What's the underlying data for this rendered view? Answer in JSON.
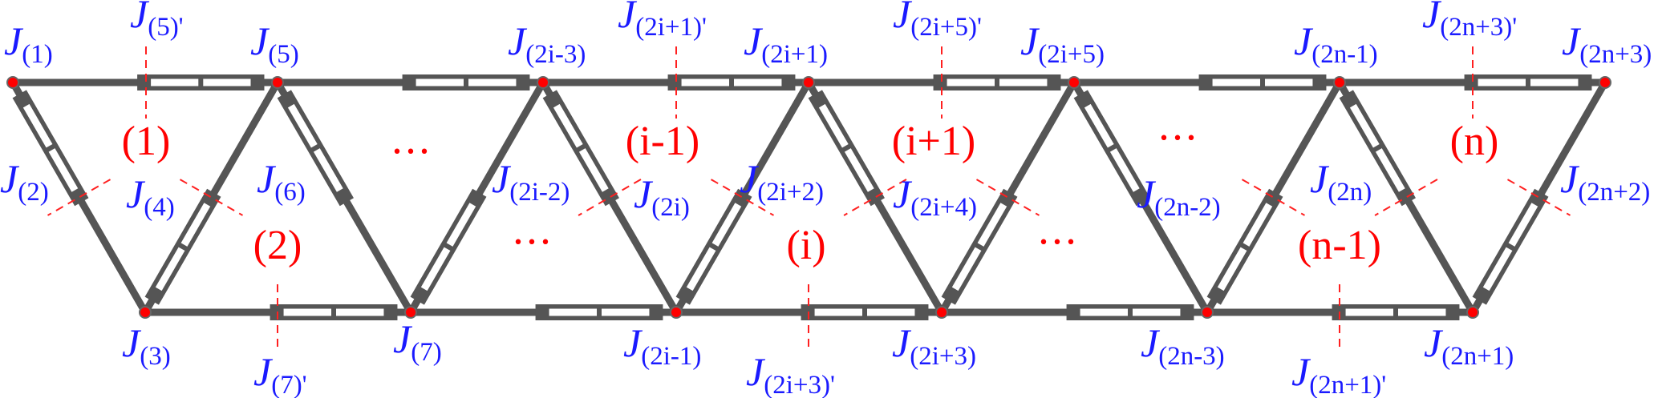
{
  "title": "Truss structure with joints J and elements",
  "colors": {
    "joint_label": "#1a1aff",
    "element_label": "#ff0000",
    "member": "#555555",
    "node": "#ff0000"
  },
  "joints_top": [
    {
      "J": "J",
      "sub": "(1)"
    },
    {
      "J": "J",
      "sub": "(5)"
    },
    {
      "J": "J",
      "sub": "(2i-3)"
    },
    {
      "J": "J",
      "sub": "(2i+1)"
    },
    {
      "J": "J",
      "sub": "(2i+5)"
    },
    {
      "J": "J",
      "sub": "(2n-1)"
    },
    {
      "J": "J",
      "sub": "(2n+3)"
    }
  ],
  "joints_bottom": [
    {
      "J": "J",
      "sub": "(3)"
    },
    {
      "J": "J",
      "sub": "(7)"
    },
    {
      "J": "J",
      "sub": "(2i-1)"
    },
    {
      "J": "J",
      "sub": "(2i+3)"
    },
    {
      "J": "J",
      "sub": "(2n-3)"
    },
    {
      "J": "J",
      "sub": "(2n+1)"
    }
  ],
  "joints_top_prime": [
    {
      "J": "J",
      "sub": "(5)'"
    },
    {
      "J": "J",
      "sub": "(2i+1)'"
    },
    {
      "J": "J",
      "sub": "(2i+5)'"
    },
    {
      "J": "J",
      "sub": "(2n+3)'"
    }
  ],
  "joints_bottom_prime": [
    {
      "J": "J",
      "sub": "(7)'"
    },
    {
      "J": "J",
      "sub": "(2i+3)'"
    },
    {
      "J": "J",
      "sub": "(2n+1)'"
    }
  ],
  "joints_diagonal": [
    {
      "J": "J",
      "sub": "(2)"
    },
    {
      "J": "J",
      "sub": "(4)"
    },
    {
      "J": "J",
      "sub": "(6)"
    },
    {
      "J": "J",
      "sub": "(2i-2)"
    },
    {
      "J": "J",
      "sub": "(2i)"
    },
    {
      "J": "J",
      "sub": "(2i+2)"
    },
    {
      "J": "J",
      "sub": "(2i+4)"
    },
    {
      "J": "J",
      "sub": "(2n-2)"
    },
    {
      "J": "J",
      "sub": "(2n)"
    },
    {
      "J": "J",
      "sub": "(2n+2)"
    }
  ],
  "elements": [
    "(1)",
    "(2)",
    "(i-1)",
    "(i)",
    "(i+1)",
    "(n-1)",
    "(n)"
  ],
  "ellipsis": "•••"
}
